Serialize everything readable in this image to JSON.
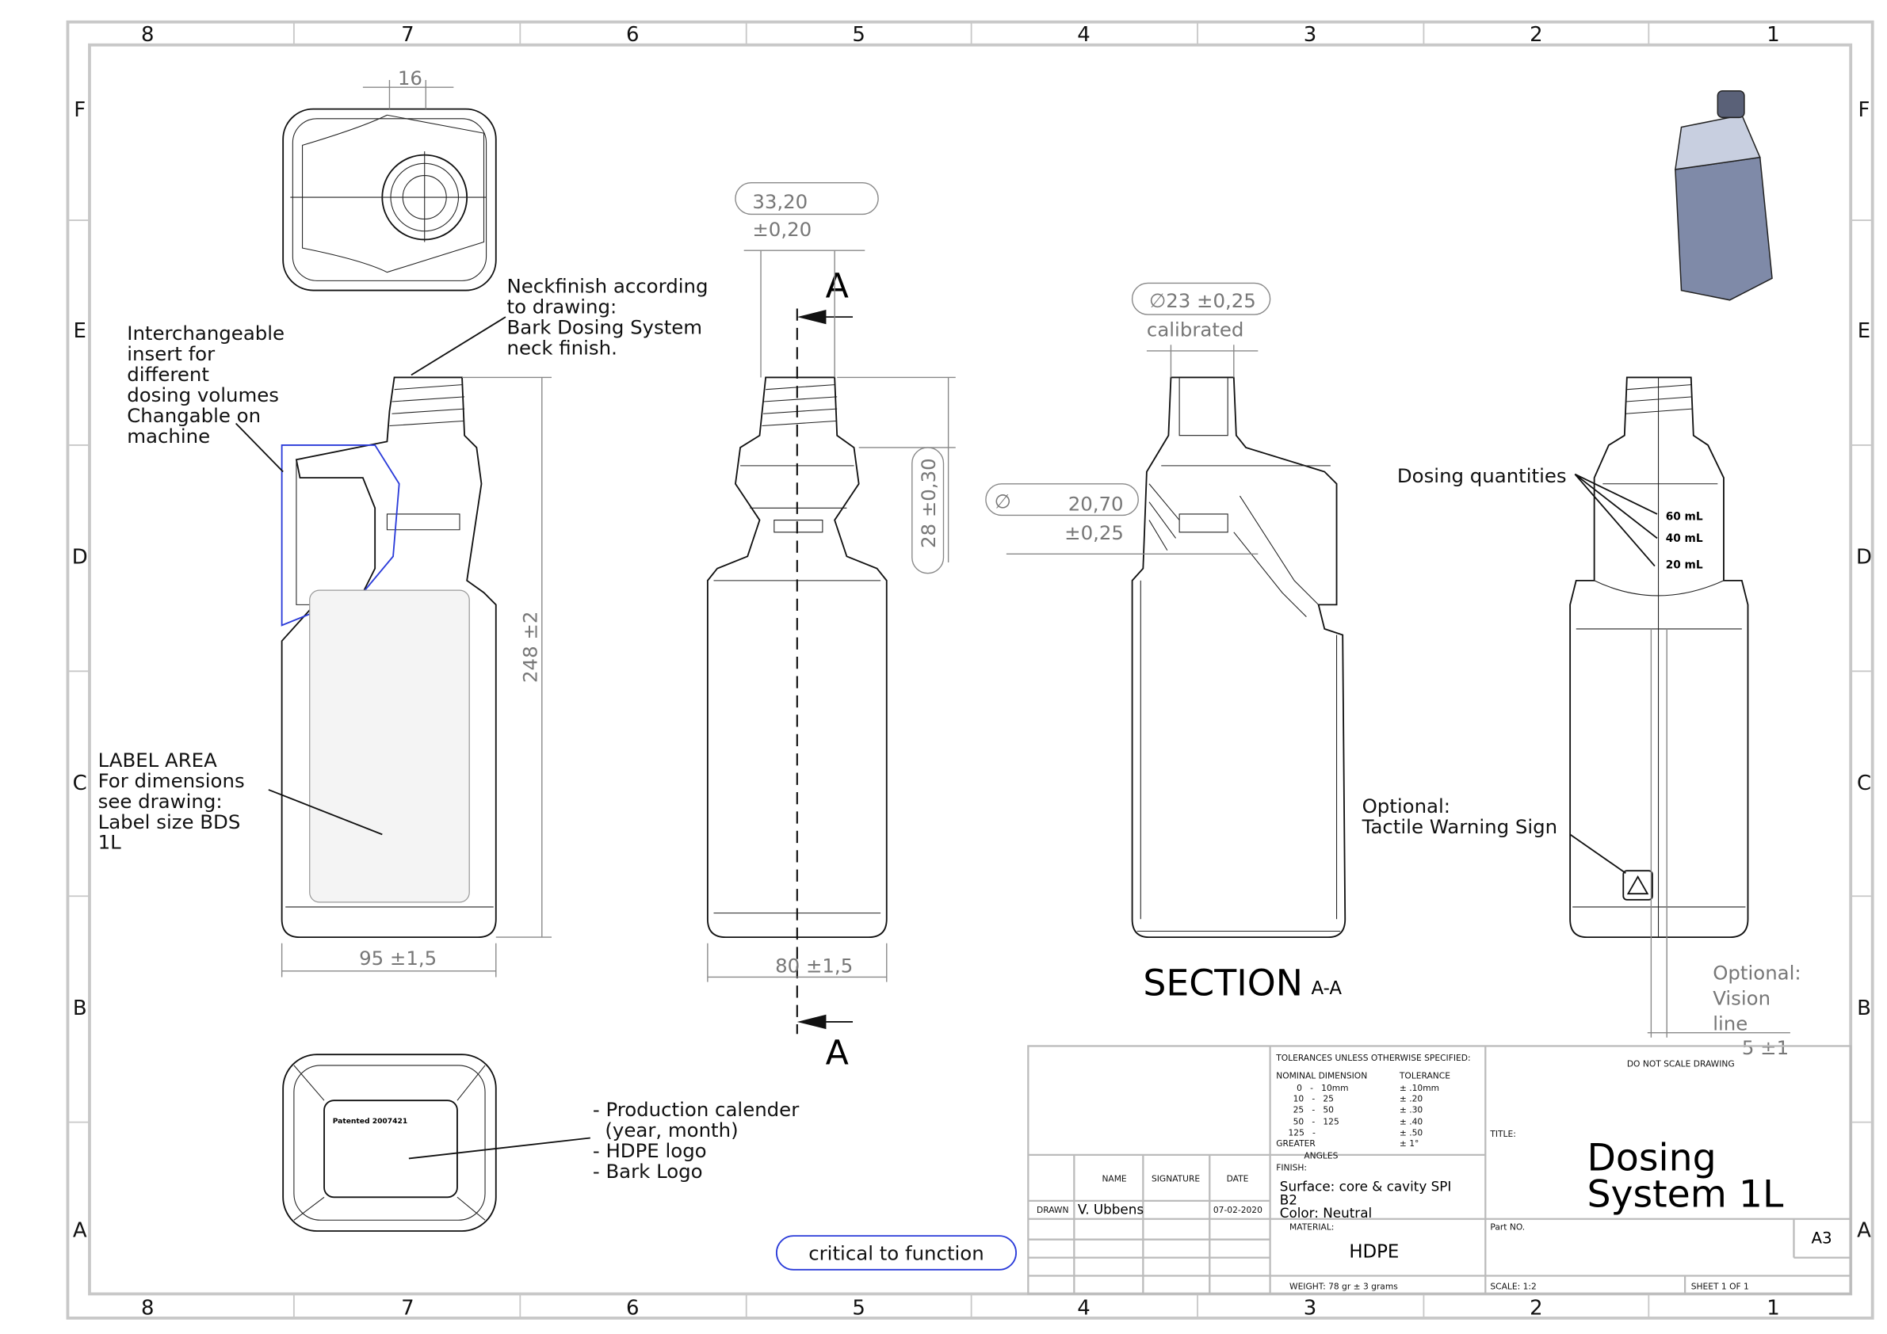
{
  "sheet": {
    "columns": [
      "8",
      "7",
      "6",
      "5",
      "4",
      "3",
      "2",
      "1"
    ],
    "rows": [
      "F",
      "E",
      "D",
      "C",
      "B",
      "A"
    ]
  },
  "views": {
    "top_dim": "16",
    "neck_dim_value": "33,20",
    "neck_dim_tol": "±0,20",
    "neck_height_dim": "28 ±0,30",
    "height_dim": "248 ±2",
    "width_dim_left": "95 ±1,5",
    "width_dim_side": "80 ±1,5",
    "inner_dia_symbol": "∅",
    "inner_dia_value": "20,70",
    "inner_dia_tol": "±0,25",
    "outer_dia": "∅23 ±0,25",
    "outer_dia_note": "calibrated",
    "section_marker": "A",
    "section_title": "SECTION",
    "section_suffix": "A-A",
    "patent_text": "Patented 2007421",
    "dosing_labels": [
      "60 mL",
      "40 mL",
      "20 mL"
    ],
    "vision_line": [
      "Optional:",
      "Vision",
      "line"
    ],
    "vision_dim": "5 ±1"
  },
  "notes": {
    "neckfinish": [
      "Neckfinish according",
      "to drawing:",
      "Bark Dosing System",
      "neck finish."
    ],
    "insert": [
      "Interchangeable",
      "insert for",
      "different",
      "dosing volumes",
      "Changable on",
      "machine"
    ],
    "label_area": [
      "LABEL AREA",
      "For dimensions",
      "see drawing:",
      "Label size BDS",
      "1L"
    ],
    "dosing_quantities": "Dosing quantities",
    "tactile": [
      "Optional:",
      "Tactile Warning Sign"
    ],
    "bottom_marks": [
      "- Production calender",
      "  (year, month)",
      "- HDPE logo",
      "- Bark Logo"
    ],
    "critical": "critical to function"
  },
  "title_block": {
    "tolerances_header": "TOLERANCES UNLESS OTHERWISE SPECIFIED:",
    "nominal_header": "NOMINAL DIMENSION",
    "tolerance_header": "TOLERANCE",
    "tolerance_rows": [
      {
        "range": "0   -   10mm",
        "tol": "± .10mm"
      },
      {
        "range": "10   -   25",
        "tol": "± .20"
      },
      {
        "range": "25   -   50",
        "tol": "± .30"
      },
      {
        "range": "50   -   125",
        "tol": "± .40"
      },
      {
        "range": "125   -",
        "tol": "± .50"
      },
      {
        "range": "GREATER",
        "tol": "± 1°"
      }
    ],
    "angles": "ANGLES",
    "do_not_scale": "DO NOT SCALE DRAWING",
    "title_label": "TITLE:",
    "title_line1": "Dosing",
    "title_line2": "System 1L",
    "name_h": "NAME",
    "signature_h": "SIGNATURE",
    "date_h": "DATE",
    "drawn_label": "DRAWN",
    "drawn_name": "V. Ubbens",
    "drawn_date": "07-02-2020",
    "finish_label": "FINISH:",
    "finish_lines": [
      "Surface: core & cavity SPI",
      "B2",
      "Color: Neutral"
    ],
    "material_label": "MATERIAL:",
    "material": "HDPE",
    "part_no_label": "Part NO.",
    "size": "A3",
    "weight": "WEIGHT: 78 gr ± 3 grams",
    "scale": "SCALE:  1:2",
    "sheet": "SHEET 1 OF 1"
  }
}
